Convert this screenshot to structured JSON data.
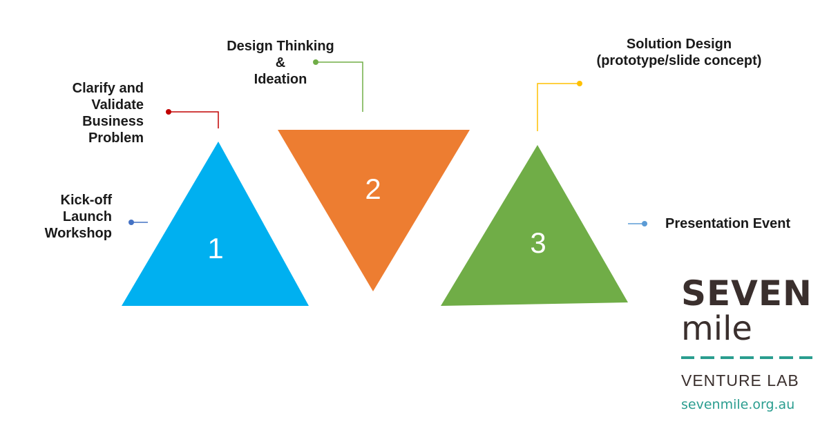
{
  "stages": [
    {
      "number": "1",
      "color": "#00b0f0"
    },
    {
      "number": "2",
      "color": "#ed7d31"
    },
    {
      "number": "3",
      "color": "#70ad47"
    }
  ],
  "labels": {
    "kickoff": [
      "Kick-off",
      "Launch",
      "Workshop"
    ],
    "clarify": [
      "Clarify and",
      "Validate",
      "Business",
      "Problem"
    ],
    "design_thinking": [
      "Design Thinking",
      "&",
      "Ideation"
    ],
    "solution_design": [
      "Solution Design",
      "(prototype/slide concept)"
    ],
    "presentation": [
      "Presentation Event"
    ]
  },
  "connector_colors": {
    "kickoff": "#4472c4",
    "clarify": "#c00000",
    "design_thinking": "#70ad47",
    "solution_design": "#ffc000",
    "presentation": "#5b9bd5"
  },
  "logo": {
    "line1": "SEVEN",
    "line2": "mile",
    "sub": "VENTURE LAB",
    "url": "sevenmile.org.au",
    "brand_color": "#3a2f2d",
    "accent_color": "#2a9d8f"
  }
}
